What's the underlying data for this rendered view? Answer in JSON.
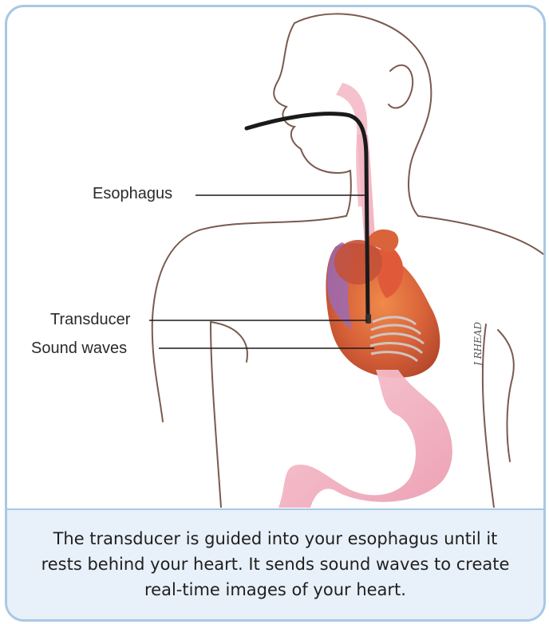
{
  "labels": {
    "esophagus": "Esophagus",
    "transducer": "Transducer",
    "sound_waves": "Sound waves"
  },
  "caption": "The transducer is guided into your esophagus until it rests behind your heart. It sends sound waves to create real-time images of your heart.",
  "signature": "J RHEAD",
  "colors": {
    "border": "#a7c8e6",
    "caption_background": "#e8f0f9",
    "outline": "#7a5a4f",
    "esophagus": "#f3b6c4",
    "heart": "#d9633a",
    "vein": "#9b6bb3"
  }
}
